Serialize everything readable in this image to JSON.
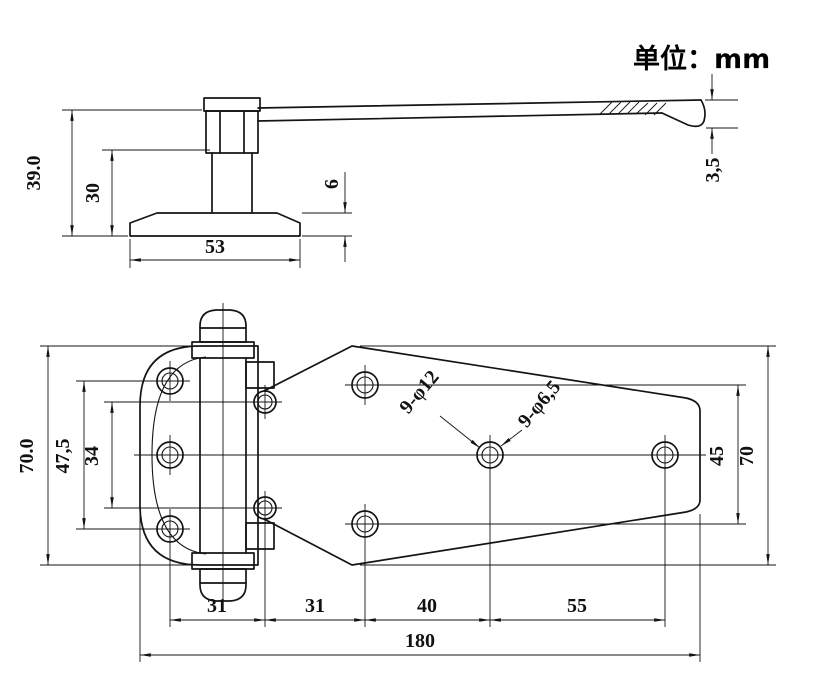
{
  "unit_label": "单位：mm",
  "side_view": {
    "dim_total_height": "39.0",
    "dim_post_height": "30",
    "dim_plate_thickness": "6",
    "dim_tip_thickness": "3,5",
    "dim_base_width": "53"
  },
  "plan_view": {
    "dim_overall_width_left": "70.0",
    "dim_hole_span_left": "47,5",
    "dim_hole_span_mid": "34",
    "dim_hole_span_right": "45",
    "dim_overall_width_right": "70",
    "dim_seg1": "31",
    "dim_seg2": "31",
    "dim_seg3": "40",
    "dim_seg4": "55",
    "dim_overall_length": "180",
    "label_counterbore_holes": "9-φ12",
    "label_through_holes": "9-φ6,5"
  }
}
